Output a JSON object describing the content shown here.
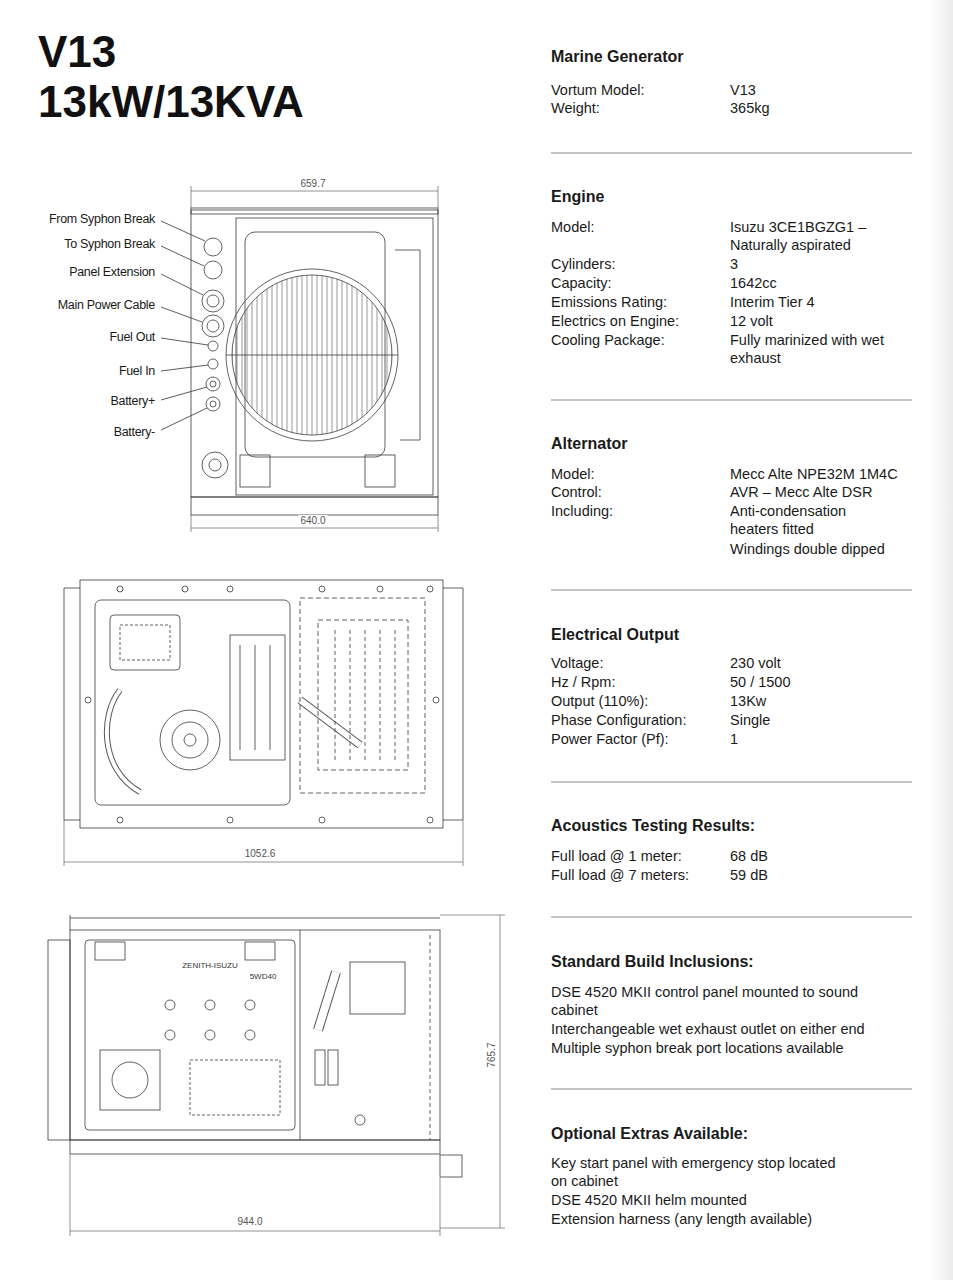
{
  "diagram": {
    "title": "V13 13kW/13KVA",
    "labels": [
      "Marine Generator",
      "Vortum Model:",
      "V13",
      "Weight:",
      "365kg",
      "Engine",
      "Model:",
      "Isuzu 3CE1BGZG1 – Naturally aspirated",
      "Cylinders:",
      "3",
      "Capacity:",
      "1642cc",
      "Emissions Rating:",
      "Interim Tier 4",
      "Electrics on Engine:",
      "12 volt",
      "Cooling Package:",
      "Fully marinized with wet exhaust",
      "Alternator",
      "Model:",
      "Mecc Alte NPE32M 1M4C",
      "Control:",
      "AVR – Mecc Alte DSR",
      "Including:",
      "Anti-condensation heaters fitted",
      "Windings double dipped",
      "Electrical Output",
      "Voltage:",
      "230 volt",
      "Hz / Rpm:",
      "50 / 1500",
      "Output (110%):",
      "13Kw",
      "Phase Configuration:",
      "Single",
      "Power Factor (Pf):",
      "1",
      "Acoustics Testing Results:",
      "Full load @ 1 meter:",
      "68 dB",
      "Full load @ 7 meters:",
      "59 dB",
      "Standard Build Inclusions:",
      "DSE 4520 MKII control panel mounted to sound cabinet",
      "Interchangeable wet exhaust outlet on either end",
      "Multiple syphon break port locations available",
      "Optional Extras Available:",
      "Key start panel with emergency stop located on cabinet",
      "DSE 4520 MKII helm mounted",
      "Extension harness (any length available)",
      "From Syphon Break",
      "To Syphon Break",
      "Panel Extension",
      "Main Power Cable",
      "Fuel Out",
      "Fuel In",
      "Battery+",
      "Battery-",
      "659.7",
      "640.0",
      "1052.6",
      "944.0",
      "765.7",
      "ZENITH-ISUZU",
      "5WD40"
    ]
  }
}
